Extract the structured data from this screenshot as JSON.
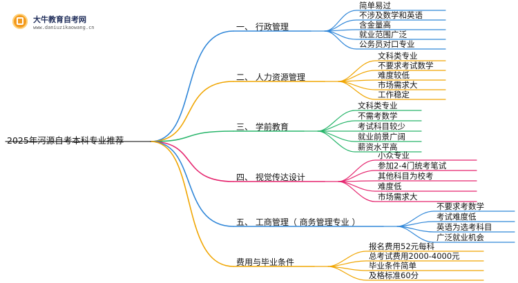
{
  "logo": {
    "name": "大牛教育自考网",
    "url": "www.daniuzikaowang.cn"
  },
  "colors": {
    "b1": "#2f86d8",
    "b2": "#f0a500",
    "b3": "#27b56a",
    "b4": "#e5256e",
    "b5": "#2f86d8",
    "b6": "#f0a500"
  },
  "root": "2025年河源自考本科专业推荐",
  "branches": [
    {
      "title": "一、 行政管理",
      "items": [
        "简单易过",
        "不涉及数学和英语",
        "含金量高",
        "就业范围广泛",
        "公务员对口专业"
      ]
    },
    {
      "title": "二、 人力资源管理",
      "items": [
        "文科类专业",
        "不要求考试数学",
        "难度较低",
        "市场需求大",
        "工作稳定"
      ]
    },
    {
      "title": "三、 学前教育",
      "items": [
        "文科类专业",
        "不需考数学",
        "考试科目较少",
        "就业前景广阔",
        "薪资水平高"
      ]
    },
    {
      "title": "四、 视觉传达设计",
      "items": [
        "小众专业",
        "参加2-4门统考笔试",
        "其他科目为校考",
        "难度低",
        "市场需求大"
      ]
    },
    {
      "title": "五、 工商管理（ 商务管理专业 ）",
      "items": [
        "不要求考数学",
        "考试难度低",
        "英语为选考科目",
        "广泛就业机会"
      ]
    },
    {
      "title": "费用与毕业条件",
      "items": [
        "报名费用52元每科",
        "总考试费用2000-4000元",
        "毕业条件简单",
        "及格标准60分"
      ]
    }
  ]
}
